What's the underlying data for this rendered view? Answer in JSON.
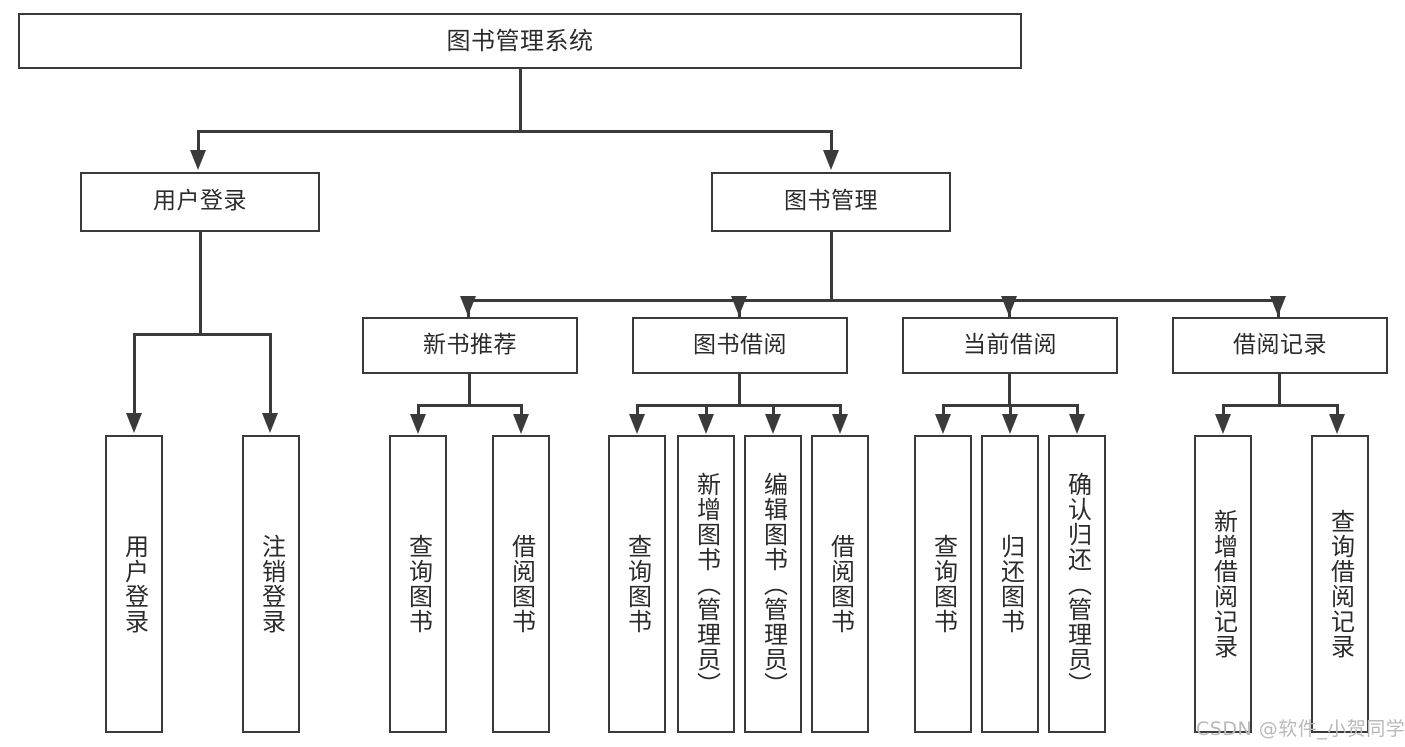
{
  "diagram": {
    "type": "tree-hierarchy",
    "title": "图书管理系统",
    "root": {
      "id": "root",
      "label": "图书管理系统"
    },
    "level2": [
      {
        "id": "user-login",
        "label": "用户登录"
      },
      {
        "id": "book-manage",
        "label": "图书管理"
      }
    ],
    "level3": [
      {
        "id": "new-book-recommend",
        "label": "新书推荐",
        "parent": "book-manage"
      },
      {
        "id": "book-borrow",
        "label": "图书借阅",
        "parent": "book-manage"
      },
      {
        "id": "current-borrow",
        "label": "当前借阅",
        "parent": "book-manage"
      },
      {
        "id": "borrow-record",
        "label": "借阅记录",
        "parent": "book-manage"
      }
    ],
    "leaves": [
      {
        "id": "leaf-user-login",
        "label": "用户登录",
        "parent": "user-login"
      },
      {
        "id": "leaf-logout-login",
        "label": "注销登录",
        "parent": "user-login"
      },
      {
        "id": "leaf-query-book-1",
        "label": "查询图书",
        "parent": "new-book-recommend"
      },
      {
        "id": "leaf-borrow-book-1",
        "label": "借阅图书",
        "parent": "new-book-recommend"
      },
      {
        "id": "leaf-query-book-2",
        "label": "查询图书",
        "parent": "book-borrow"
      },
      {
        "id": "leaf-add-book",
        "label": "新增图书（管理员）",
        "parent": "book-borrow"
      },
      {
        "id": "leaf-edit-book",
        "label": "编辑图书（管理员）",
        "parent": "book-borrow"
      },
      {
        "id": "leaf-borrow-book-2",
        "label": "借阅图书",
        "parent": "book-borrow"
      },
      {
        "id": "leaf-query-book-3",
        "label": "查询图书",
        "parent": "current-borrow"
      },
      {
        "id": "leaf-return-book",
        "label": "归还图书",
        "parent": "current-borrow"
      },
      {
        "id": "leaf-confirm-return",
        "label": "确认归还（管理员）",
        "parent": "current-borrow"
      },
      {
        "id": "leaf-add-record",
        "label": "新增借阅记录",
        "parent": "borrow-record"
      },
      {
        "id": "leaf-query-record",
        "label": "查询借阅记录",
        "parent": "borrow-record"
      }
    ]
  },
  "watermark": {
    "text": "CSDN @软件_小贺同学"
  },
  "colors": {
    "stroke": "#3a3a3a",
    "text": "#2b2b2b",
    "background": "#ffffff",
    "watermark": "#b9b9b9"
  }
}
